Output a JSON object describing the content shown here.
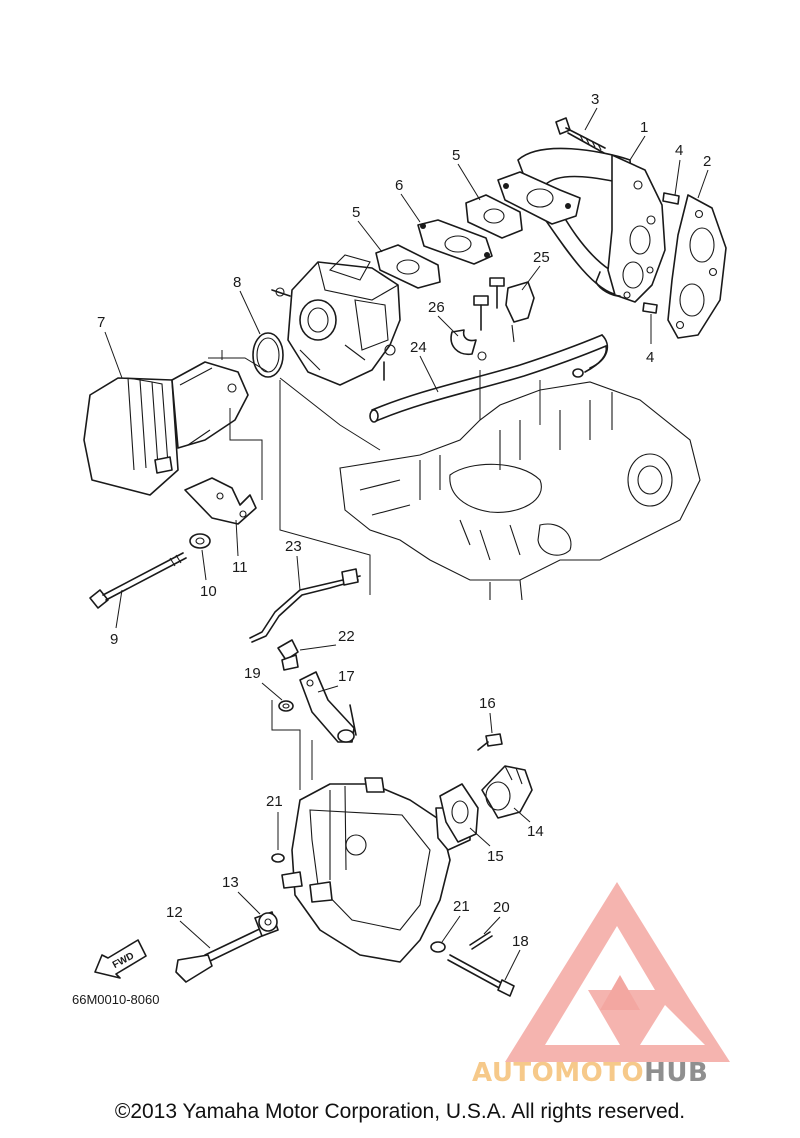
{
  "callouts": {
    "c1": "1",
    "c2": "2",
    "c3": "3",
    "c4a": "4",
    "c4b": "4",
    "c5a": "5",
    "c5b": "5",
    "c6": "6",
    "c7": "7",
    "c8": "8",
    "c9": "9",
    "c10": "10",
    "c11": "11",
    "c12": "12",
    "c13": "13",
    "c14": "14",
    "c15": "15",
    "c16": "16",
    "c17": "17",
    "c18": "18",
    "c19": "19",
    "c20": "20",
    "c21a": "21",
    "c21b": "21",
    "c22": "22",
    "c23": "23",
    "c24": "24",
    "c25": "25",
    "c26": "26"
  },
  "part_code": "66M0010-8060",
  "fwd_label": "FWD",
  "watermark": {
    "auto": "AUTO",
    "moto": "MOTO",
    "hub": "HUB",
    "logo_color": "#f08a82",
    "text_color": "#f6c98a",
    "hub_color": "#8f8f8f"
  },
  "copyright": "©2013 Yamaha Motor Corporation, U.S.A. All rights reserved."
}
